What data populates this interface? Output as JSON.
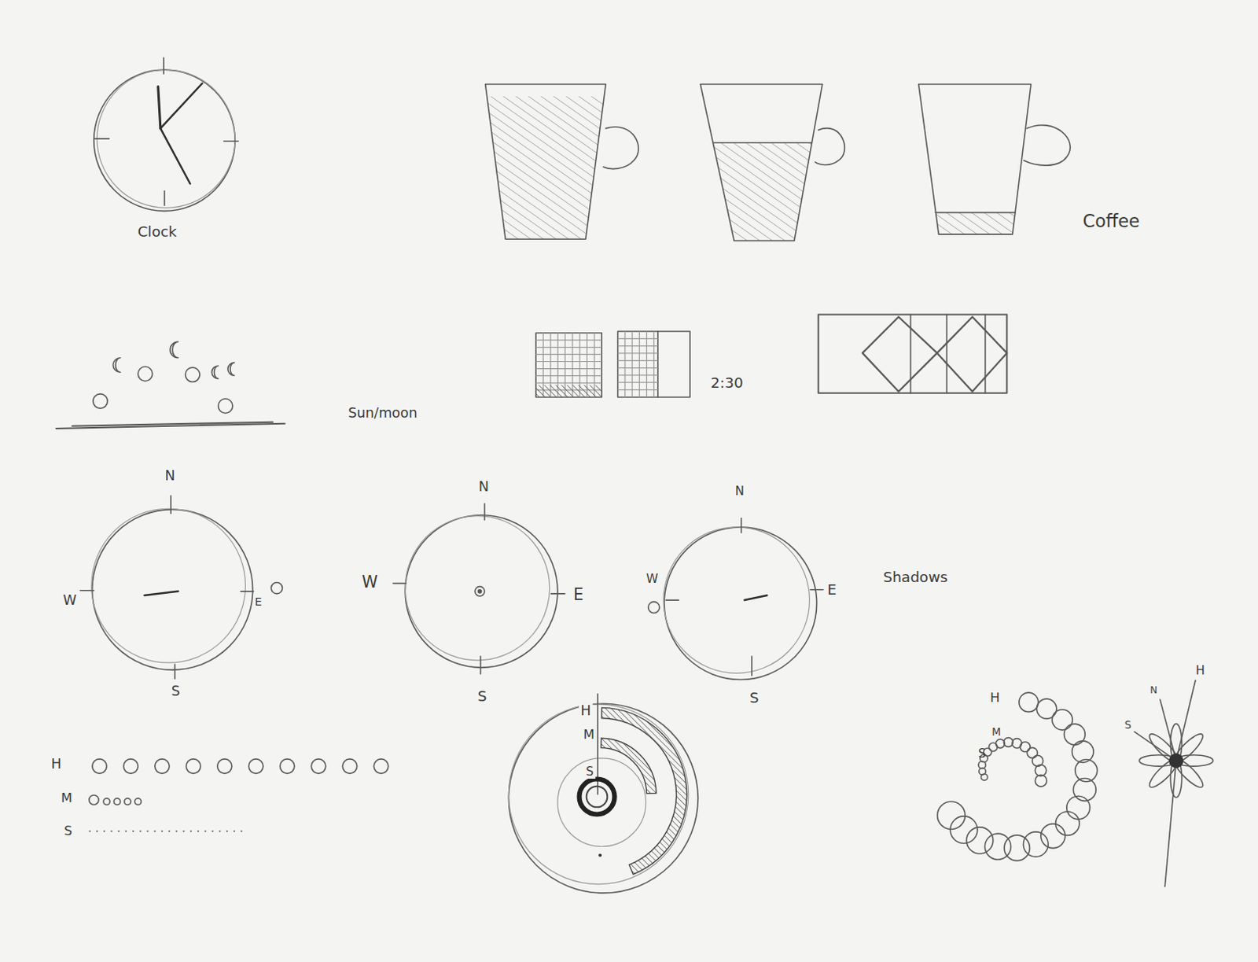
{
  "diagram": {
    "labels": [
      "Clock",
      "Coffee",
      "Sun/moon",
      "2:30",
      "N",
      "W",
      "E",
      "S",
      "N",
      "W",
      "E",
      "S",
      "N",
      "W",
      "E",
      "S",
      "Shadows",
      "H",
      "M",
      "S",
      "H",
      "M",
      "S",
      "H",
      "M",
      "S",
      "S",
      "N",
      "H"
    ]
  }
}
